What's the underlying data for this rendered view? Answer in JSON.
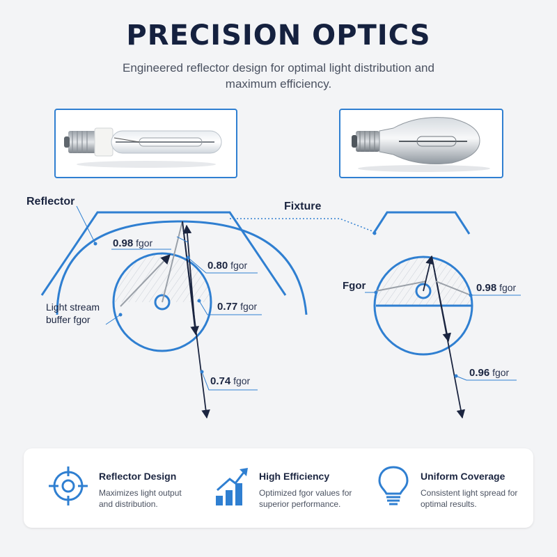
{
  "header": {
    "title": "PRECISION OPTICS",
    "subtitle": "Engineered reflector design for optimal light distribution and maximum efficiency."
  },
  "colors": {
    "accent": "#2f7fd1",
    "text": "#1b2540",
    "background": "#f3f4f6"
  },
  "photos": [
    {
      "name": "tubular-lamp-photo"
    },
    {
      "name": "elliptical-lamp-photo"
    }
  ],
  "diagram": {
    "left": {
      "reflector_label": "Reflector",
      "buffer_label": "Light stream buffer fgor",
      "readings": [
        {
          "value": "0.98",
          "unit": "fgor"
        },
        {
          "value": "0.80",
          "unit": "fgor"
        },
        {
          "value": "0.77",
          "unit": "fgor"
        },
        {
          "value": "0.74",
          "unit": "fgor"
        }
      ]
    },
    "right": {
      "fixture_label": "Fixture",
      "fgor_label": "Fgor",
      "readings": [
        {
          "value": "0.98",
          "unit": "fgor"
        },
        {
          "value": "0.96",
          "unit": "fgor"
        }
      ]
    }
  },
  "features": [
    {
      "icon": "target-icon",
      "title": "Reflector Design",
      "description": "Maximizes light output and distribution."
    },
    {
      "icon": "bar-chart-growth-icon",
      "title": "High Efficiency",
      "description": "Optimized fgor values for superior performance."
    },
    {
      "icon": "lightbulb-icon",
      "title": "Uniform Coverage",
      "description": "Consistent light spread for optimal results."
    }
  ]
}
